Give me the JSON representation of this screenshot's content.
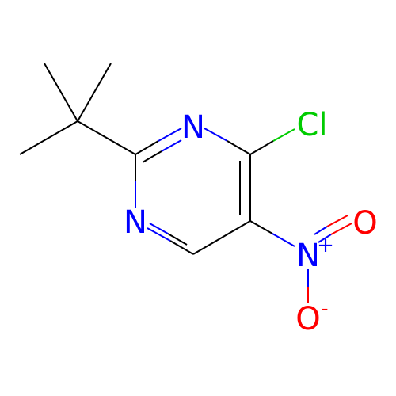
{
  "molecule": {
    "atoms": {
      "n3": {
        "symbol": "N"
      },
      "n1": {
        "symbol": "N"
      },
      "cl": {
        "symbol": "Cl"
      },
      "n_nitro": {
        "symbol": "N",
        "charge": "+"
      },
      "o_double": {
        "symbol": "O"
      },
      "o_single": {
        "symbol": "O",
        "charge": "-"
      }
    },
    "colors": {
      "carbon_bond": "#000000",
      "nitrogen": "#0000FF",
      "oxygen": "#FF0000",
      "chlorine": "#00CC00"
    }
  }
}
